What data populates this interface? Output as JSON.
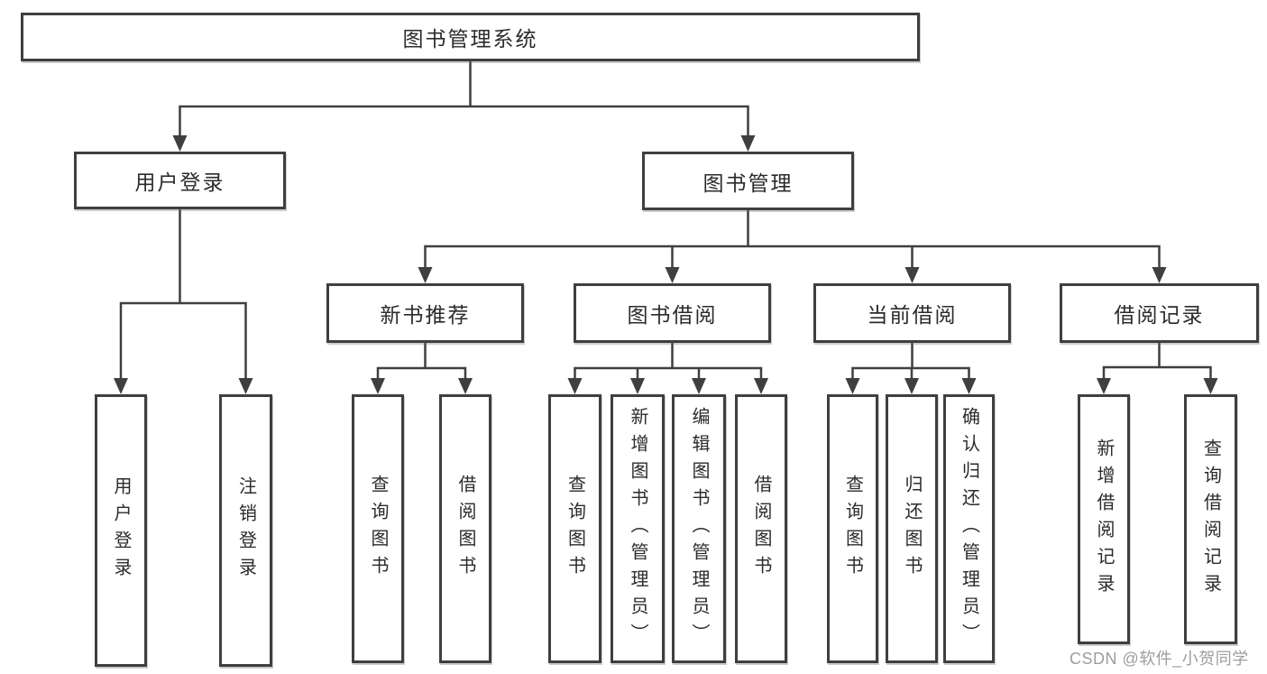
{
  "diagram": {
    "root": {
      "label": "图书管理系统"
    },
    "branches": [
      {
        "label": "用户登录",
        "children": [
          {
            "label": "用户登录"
          },
          {
            "label": "注销登录"
          }
        ]
      },
      {
        "label": "图书管理",
        "children": [
          {
            "label": "新书推荐",
            "children": [
              {
                "label": "查询图书"
              },
              {
                "label": "借阅图书"
              }
            ]
          },
          {
            "label": "图书借阅",
            "children": [
              {
                "label": "查询图书"
              },
              {
                "label": "新增图书（管理员）"
              },
              {
                "label": "编辑图书（管理员）"
              },
              {
                "label": "借阅图书"
              }
            ]
          },
          {
            "label": "当前借阅",
            "children": [
              {
                "label": "查询图书"
              },
              {
                "label": "归还图书"
              },
              {
                "label": "确认归还（管理员）"
              }
            ]
          },
          {
            "label": "借阅记录",
            "children": [
              {
                "label": "新增借阅记录"
              },
              {
                "label": "查询借阅记录"
              }
            ]
          }
        ]
      }
    ]
  },
  "watermark": {
    "text": "CSDN @软件_小贺同学"
  },
  "colors": {
    "line": "#3f3f3f",
    "box_border": "#3f3f3f",
    "text": "#2b2b2b",
    "watermark": "#9d9d9d",
    "background": "#ffffff"
  }
}
